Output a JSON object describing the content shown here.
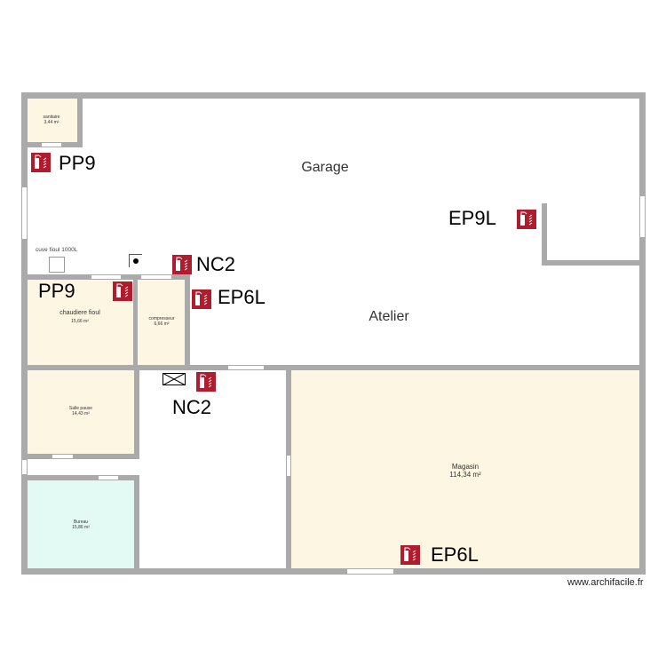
{
  "rooms": {
    "garage": {
      "name": "Garage"
    },
    "atelier": {
      "name": "Atelier"
    },
    "sanitaire": {
      "name": "sanitaire",
      "area": "3,44 m²"
    },
    "chaudiere": {
      "name": "chaudiere fioul",
      "area": "15,66 m²"
    },
    "compresseur": {
      "name": "compresseur",
      "area": "6,66 m²"
    },
    "salle_pause": {
      "name": "Salle pause",
      "area": "14,43 m²"
    },
    "bureau": {
      "name": "Bureau",
      "area": "15,86 m²"
    },
    "magasin": {
      "name": "Magasin",
      "area": "114,34 m²"
    }
  },
  "objects": {
    "cuve": "cuve fioul 1000L"
  },
  "extinguishers": [
    "PP9",
    "PP9",
    "EP9L",
    "NC2",
    "EP6L",
    "NC2",
    "EP6L"
  ],
  "watermark": "www.archifacile.fr",
  "colors": {
    "wall": "#aaaaaa",
    "room_beige": "#fdf6e3",
    "room_mint": "#e2faf3",
    "extinguisher": "#b01c2e"
  }
}
